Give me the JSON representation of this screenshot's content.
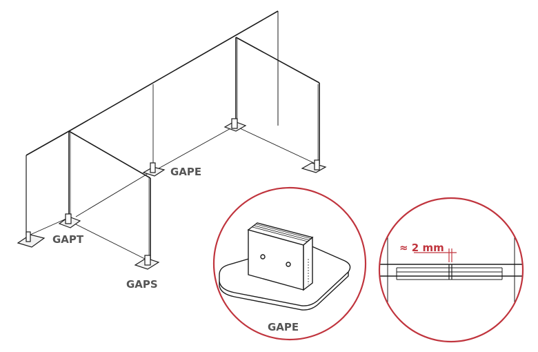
{
  "labels": {
    "gape_main": "GAPE",
    "gapt": "GAPT",
    "gaps": "GAPS",
    "gape_detail": "GAPE",
    "gap_dimension": "≈ 2 mm"
  },
  "colors": {
    "line": "#1a1a1a",
    "label": "#555555",
    "detail_ring": "#c0343d",
    "dimension": "#c0343d",
    "foot_fill": "#f2f2f2"
  }
}
